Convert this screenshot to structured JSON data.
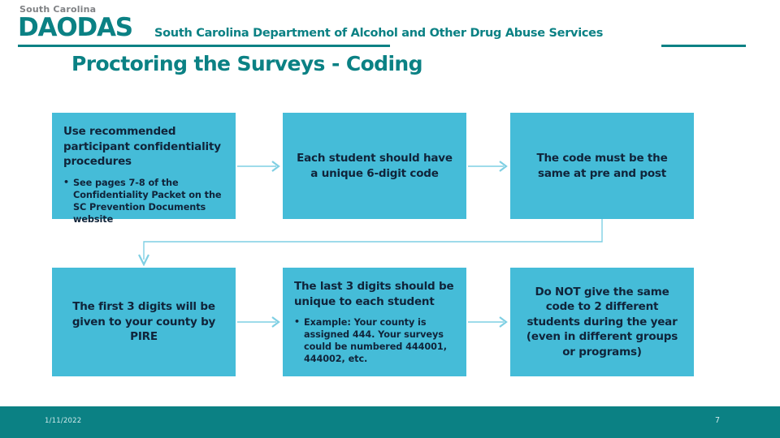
{
  "branding": {
    "logo_line1": "South Carolina",
    "logo_wordmark": "DAODAS",
    "agency_name": "South Carolina Department of Alcohol and Other Drug Abuse Services",
    "brand_teal": "#0b8184",
    "logo_gray": "#808285"
  },
  "slide": {
    "title": "Proctoring the Surveys - Coding",
    "box_fill": "#45bcd8",
    "box_text_color": "#10243a",
    "connector_color": "#7fcfe3"
  },
  "flow": {
    "boxes": [
      {
        "id": "box1",
        "heading": "Use recommended participant confidentiality procedures",
        "bullets": [
          "See pages 7-8 of the Confidentiality Packet on the SC Prevention Documents website"
        ]
      },
      {
        "id": "box2",
        "heading": "Each student should have a unique 6-digit code",
        "bullets": []
      },
      {
        "id": "box3",
        "heading": "The code must be the same at pre and post",
        "bullets": []
      },
      {
        "id": "box4",
        "heading": "The first 3 digits will be given to your county by PIRE",
        "bullets": []
      },
      {
        "id": "box5",
        "heading": "The last 3 digits should be unique to each student",
        "bullets": [
          "Example:  Your county is assigned 444.  Your surveys could be numbered 444001, 444002, etc."
        ]
      },
      {
        "id": "box6",
        "heading": "Do NOT give the same code to 2 different students during the year (even in different groups or programs)",
        "bullets": []
      }
    ]
  },
  "footer": {
    "date": "1/11/2022",
    "page_number": "7"
  }
}
